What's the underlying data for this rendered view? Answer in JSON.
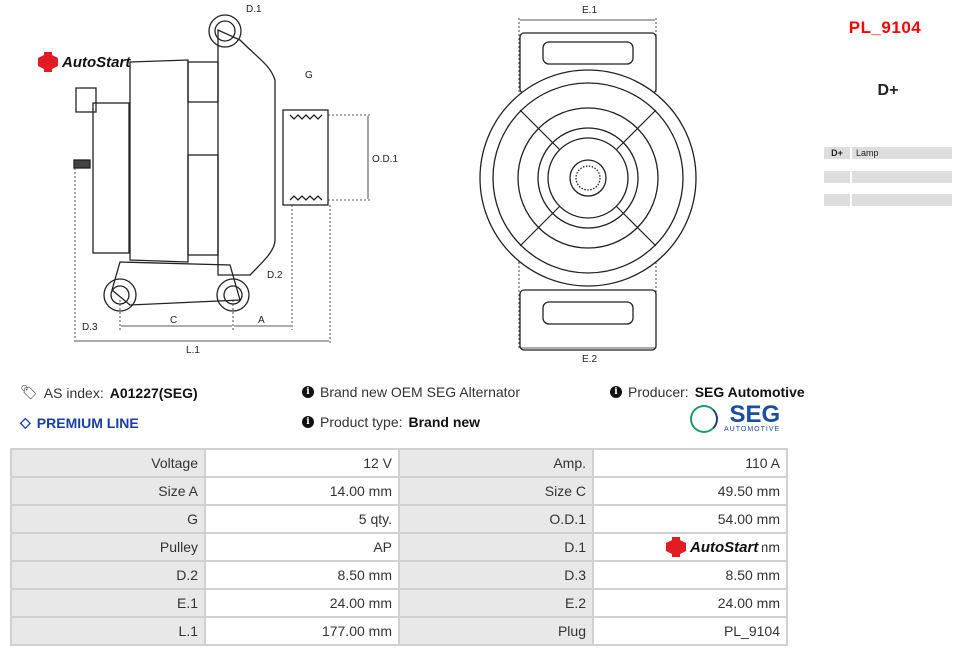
{
  "brand": {
    "name": "AutoStart",
    "accent": "#e31b23"
  },
  "diagram": {
    "labels": {
      "d1": "D.1",
      "d2": "D.2",
      "d3": "D.3",
      "g": "G",
      "od1": "O.D.1",
      "c": "C",
      "a": "A",
      "l1": "L.1",
      "e1": "E.1",
      "e2": "E.2"
    }
  },
  "part_code": "PL_9104",
  "plug": {
    "title": "D+",
    "pins": [
      {
        "key": "D+",
        "value": "Lamp"
      },
      {
        "key": "",
        "value": ""
      },
      {
        "key": "",
        "value": ""
      }
    ]
  },
  "info": {
    "as_index_label": "AS index:",
    "as_index_value": "A01227(SEG)",
    "premium": "PREMIUM LINE",
    "description": "Brand new OEM SEG Alternator",
    "product_type_label": "Product type:",
    "product_type_value": "Brand new",
    "producer_label": "Producer:",
    "producer_value": "SEG Automotive",
    "producer_logo": {
      "main": "SEG",
      "sub": "AUTOMOTIVE"
    }
  },
  "specs": [
    [
      "Voltage",
      "12 V",
      "Amp.",
      "110 A"
    ],
    [
      "Size A",
      "14.00 mm",
      "Size C",
      "49.50 mm"
    ],
    [
      "G",
      "5 qty.",
      "O.D.1",
      "54.00 mm"
    ],
    [
      "Pulley",
      "AP",
      "D.1",
      "mm"
    ],
    [
      "D.2",
      "8.50 mm",
      "D.3",
      "8.50 mm"
    ],
    [
      "E.1",
      "24.00 mm",
      "E.2",
      "24.00 mm"
    ],
    [
      "L.1",
      "177.00 mm",
      "Plug",
      "PL_9104"
    ]
  ]
}
